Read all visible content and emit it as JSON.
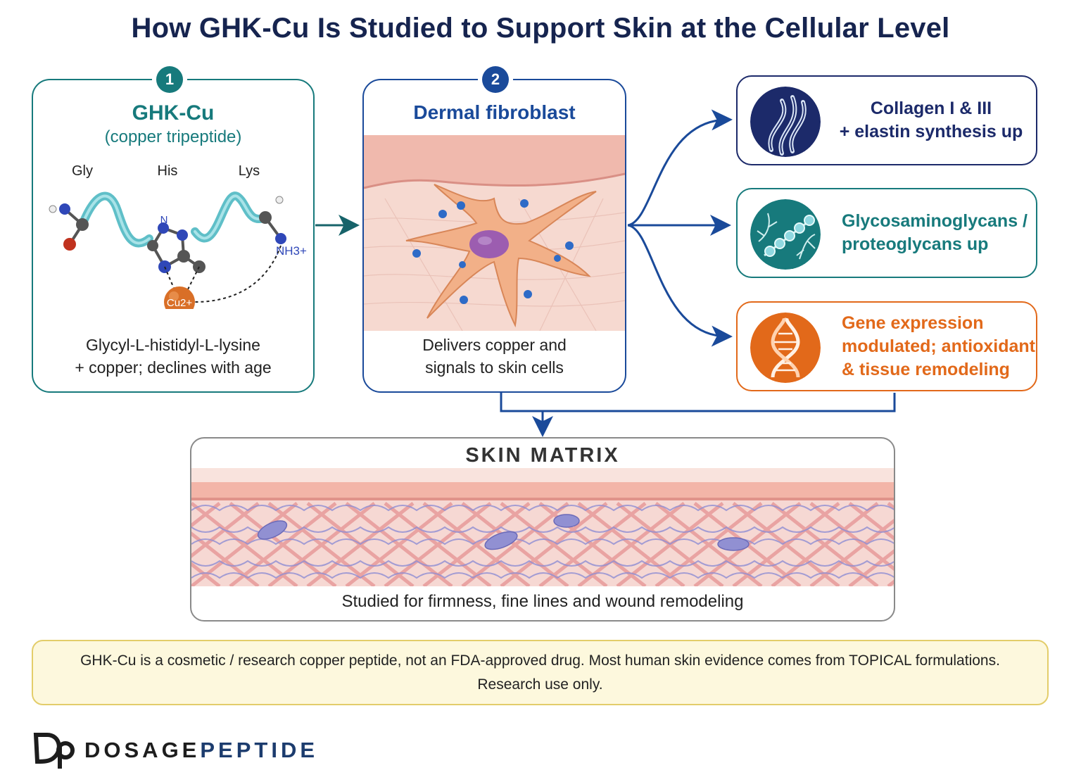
{
  "title": "How GHK-Cu Is Studied to Support Skin at the Cellular Level",
  "card1": {
    "badge": "1",
    "title": "GHK-Cu",
    "subtitle": "(copper tripeptide)",
    "residues": [
      "Gly",
      "His",
      "Lys"
    ],
    "atom_n": "N",
    "atom_nh3": "NH3+",
    "atom_cu": "Cu2+",
    "footer_line1": "Glycyl-L-histidyl-L-lysine",
    "footer_line2": "+ copper; declines with age"
  },
  "card2": {
    "badge": "2",
    "title": "Dermal fibroblast",
    "footer_line1": "Delivers copper and",
    "footer_line2": "signals to skin cells"
  },
  "outcomes": [
    {
      "line1": "Collagen I & III",
      "line2": "+ elastin synthesis up",
      "line3": "",
      "color": "#1c2a6a",
      "icon": "collagen-fiber-icon"
    },
    {
      "line1": "Glycosaminoglycans /",
      "line2": "proteoglycans up",
      "line3": "",
      "color": "#177a7c",
      "icon": "glycosaminoglycan-chain-icon"
    },
    {
      "line1": "Gene expression",
      "line2": "modulated; antioxidant",
      "line3": "& tissue remodeling",
      "color": "#e2691a",
      "icon": "dna-helix-icon"
    }
  ],
  "matrix": {
    "title": "SKIN MATRIX",
    "footer": "Studied for firmness, fine lines and wound remodeling"
  },
  "note": {
    "line1": "GHK-Cu is a cosmetic / research copper peptide, not an FDA-approved drug. Most human skin evidence comes from TOPICAL formulations.",
    "line2": "Research use only."
  },
  "brand": {
    "part1": "DOSAGE",
    "part2": "PEPTIDE"
  },
  "colors": {
    "teal": "#177a7c",
    "blue": "#1a4a9a",
    "navy": "#16244f",
    "orange": "#e2691a",
    "note_bg": "#fdf8dd"
  }
}
